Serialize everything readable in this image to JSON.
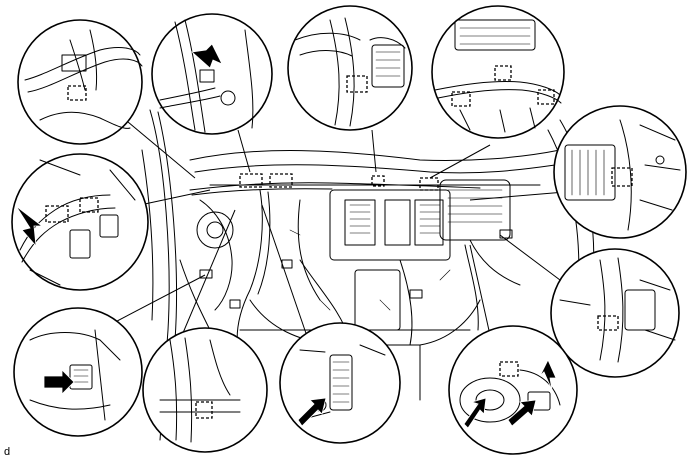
{
  "figure": {
    "corner_label": "d",
    "detail_views": [
      {
        "id": "harness-clamp-upper-left",
        "arrows": 0,
        "callout_boxes": 1
      },
      {
        "id": "pillar-connector",
        "arrows": 1,
        "callout_boxes": 0
      },
      {
        "id": "center-duct-clamp",
        "arrows": 0,
        "callout_boxes": 1
      },
      {
        "id": "upper-right-bracket-clamps",
        "arrows": 0,
        "callout_boxes": 3
      },
      {
        "id": "right-vent-clamp",
        "arrows": 0,
        "callout_boxes": 1
      },
      {
        "id": "left-junction-connectors",
        "arrows": 1,
        "callout_boxes": 2
      },
      {
        "id": "right-lower-hose-clamp",
        "arrows": 0,
        "callout_boxes": 1
      },
      {
        "id": "lower-left-connector",
        "arrows": 1,
        "callout_boxes": 0
      },
      {
        "id": "lower-bracket-clamp",
        "arrows": 0,
        "callout_boxes": 1
      },
      {
        "id": "lower-center-connector",
        "arrows": 1,
        "callout_boxes": 0
      },
      {
        "id": "lower-right-blower-connectors",
        "arrows": 3,
        "callout_boxes": 1
      }
    ],
    "main_callout_boxes": 4
  }
}
